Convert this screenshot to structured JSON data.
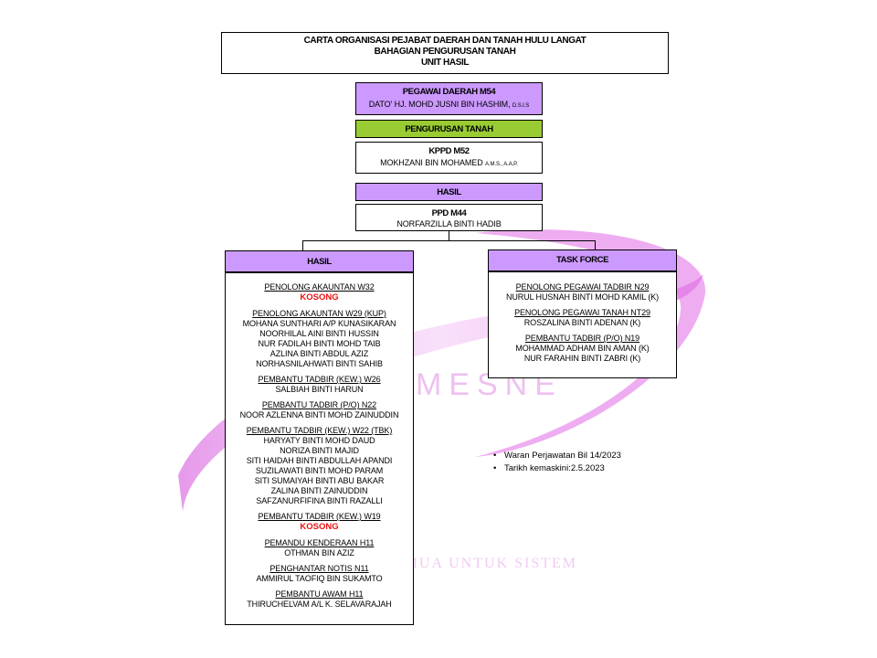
{
  "title": {
    "line1": "CARTA ORGANISASI PEJABAT DAERAH DAN TANAH HULU LANGAT",
    "line2": "BAHAGIAN PENGURUSAN TANAH",
    "line3": "UNIT HASIL"
  },
  "pegawai": {
    "title": "PEGAWAI DAERAH M54",
    "name": "DATO' HJ. MOHD JUSNI BIN HASHIM,",
    "honorific": "D.S.I.S",
    "color": "#cc99ff"
  },
  "pengurusan": {
    "label": "PENGURUSAN TANAH",
    "color": "#99cc33"
  },
  "kppd": {
    "title": "KPPD M52",
    "name": "MOKHZANI BIN MOHAMED",
    "honorific": "A.M.S., A.A.P."
  },
  "hasil_band": {
    "label": "HASIL",
    "color": "#cc99ff"
  },
  "ppd": {
    "title": "PPD M44",
    "name": "NORFARZILLA BINTI HADIB"
  },
  "left_panel": {
    "header": "HASIL",
    "groups": [
      {
        "post": "PENOLONG AKAUNTAN W32",
        "vacant": "KOSONG",
        "names": []
      },
      {
        "post": "PENOLONG AKAUNTAN W29 (KUP)",
        "vacant": "",
        "names": [
          "MOHANA  SUNTHARI A/P KUNASIKARAN",
          "NOORHILAL  AINI BINTI HUSSIN",
          "NUR FADILAH BINTI  MOHD TAIB",
          "AZLINA BINTI  ABDUL AZIZ",
          "NORHASNILAHWATI BINTI SAHIB"
        ]
      },
      {
        "post": "PEMBANTU TADBIR (KEW.) W26",
        "vacant": "",
        "names": [
          "SALBIAH BINTI HARUN"
        ]
      },
      {
        "post": "PEMBANTU TADBIR (P/O) N22",
        "vacant": "",
        "names": [
          "NOOR AZLENNA BINTI MOHD ZAINUDDIN"
        ]
      },
      {
        "post": "PEMBANTU TADBIR (KEW.) W22 (TBK)",
        "vacant": "",
        "names": [
          "HARYATY BINTI  MOHD DAUD",
          "NORIZA BINTI MAJID",
          "SITI  HAIDAH BINTI  ABDULLAH APANDI",
          "SUZILAWATI BINTI  MOHD PARAM",
          "SITI  SUMAIYAH BINTI ABU BAKAR",
          "ZALINA BINTI   ZAINUDDIN",
          "SAFZANURFIFINA BINTI RAZALLI"
        ]
      },
      {
        "post": "PEMBANTU TADBIR (KEW.) W19",
        "vacant": "KOSONG",
        "names": []
      },
      {
        "post": "PEMANDU KENDERAAN H11",
        "vacant": "",
        "names": [
          "OTHMAN BIN AZIZ"
        ]
      },
      {
        "post": "PENGHANTAR NOTIS N11",
        "vacant": "",
        "names": [
          "AMMIRUL TAOFIQ BIN SUKAMTO"
        ]
      },
      {
        "post": "PEMBANTU AWAM H11",
        "vacant": "",
        "names": [
          "THIRUCHELVAM A/L K. SELAVARAJAH"
        ]
      }
    ]
  },
  "right_panel": {
    "header": "TASK FORCE",
    "groups": [
      {
        "post": "PENOLONG PEGAWAI  TADBIR N29",
        "names": [
          "NURUL HUSNAH BINTI MOHD KAMIL (K)"
        ]
      },
      {
        "post": "PENOLONG PEGAWAI  TANAH NT29",
        "names": [
          "ROSZALINA BINTI  ADENAN (K)"
        ]
      },
      {
        "post": "PEMBANTU TADBIR (P/O) N19",
        "names": [
          "MOHAMMAD ADHAM BIN AMAN (K)",
          "NUR FARAHIN BINTI ZABRI (K)"
        ]
      }
    ]
  },
  "notes": [
    "Waran Perjawatan Bil 14/2023",
    "Tarikh kemaskini:2.5.2023"
  ],
  "watermark": {
    "text1": "MESNE",
    "text2": "SEMUA UNTUK SISTEM",
    "color": "#e377e8"
  }
}
